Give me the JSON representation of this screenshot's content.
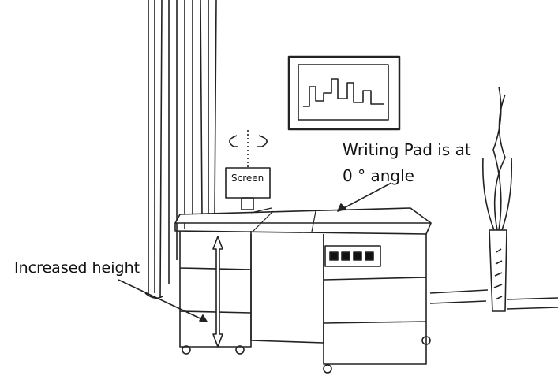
{
  "annotations": {
    "writing_pad_line1": "Writing Pad is at",
    "writing_pad_line2": "0 ° angle",
    "screen": "Screen",
    "increased_height": "Increased height"
  }
}
